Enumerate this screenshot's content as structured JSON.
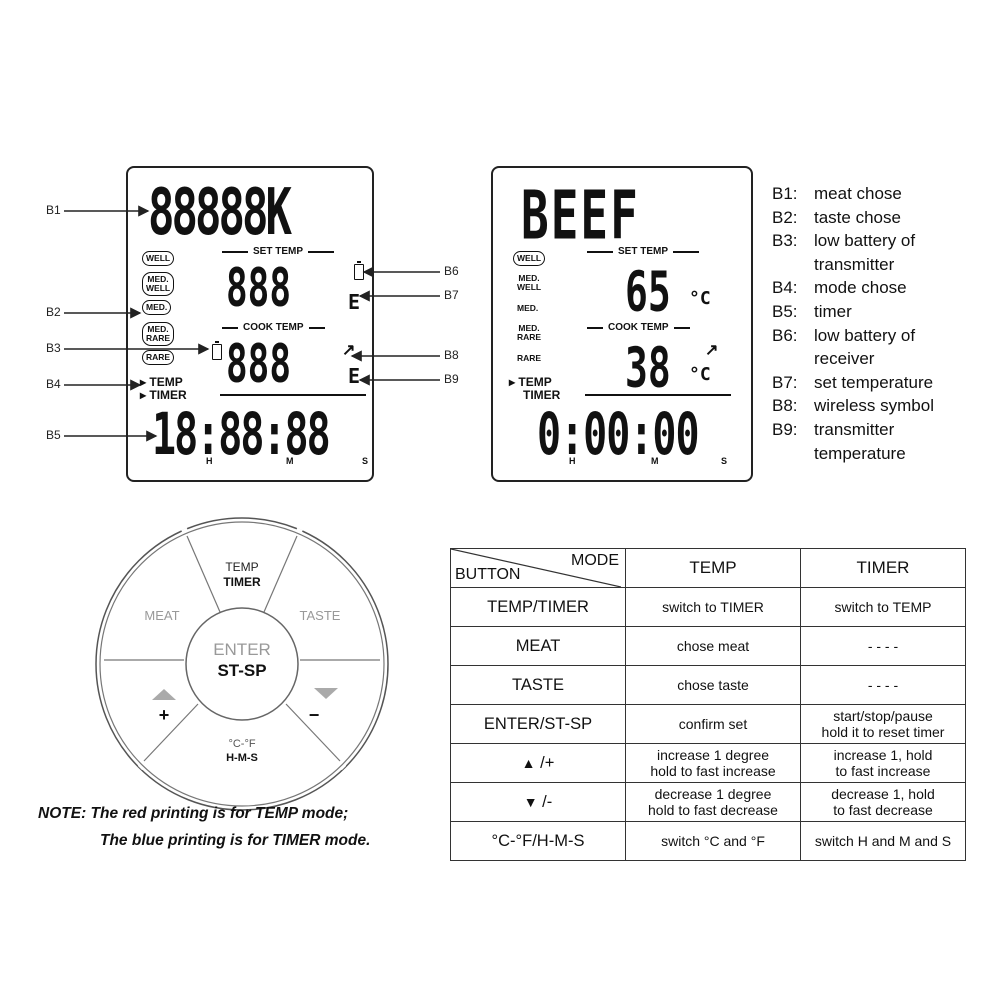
{
  "left_lcd": {
    "meat_segments": "88888K",
    "set_temp_header": "SET TEMP",
    "cook_temp_header": "COOK TEMP",
    "set_temp_digits": "888",
    "cook_temp_digits": "888",
    "unit_set": "E",
    "unit_cook": "E",
    "taste_levels": [
      "WELL",
      "MED.\nWELL",
      "MED.",
      "MED.\nRARE",
      "RARE"
    ],
    "mode_temp": "TEMP",
    "mode_timer": "TIMER",
    "timer_digits": "18:88:88",
    "timer_units": {
      "h": "H",
      "m": "M",
      "s": "S"
    }
  },
  "right_lcd": {
    "meat_segments": "BEEF",
    "set_temp_header": "SET TEMP",
    "cook_temp_header": "COOK TEMP",
    "set_temp_value": "65",
    "cook_temp_value": "38",
    "unit": "°C",
    "taste_levels": [
      "WELL",
      "MED.\nWELL",
      "MED.",
      "MED.\nRARE",
      "RARE"
    ],
    "mode_temp": "TEMP",
    "mode_timer": "TIMER",
    "timer_digits": "0:00:00",
    "timer_units": {
      "h": "H",
      "m": "M",
      "s": "S"
    }
  },
  "callouts": [
    "B1",
    "B2",
    "B3",
    "B4",
    "B5",
    "B6",
    "B7",
    "B8",
    "B9"
  ],
  "legend": [
    {
      "key": "B1:",
      "text": "meat chose"
    },
    {
      "key": "B2:",
      "text": "taste chose"
    },
    {
      "key": "B3:",
      "text": "low battery of"
    },
    {
      "key": "",
      "text": "transmitter"
    },
    {
      "key": "B4:",
      "text": "mode chose"
    },
    {
      "key": "B5:",
      "text": "timer"
    },
    {
      "key": "B6:",
      "text": "low battery of"
    },
    {
      "key": "",
      "text": "receiver"
    },
    {
      "key": "B7:",
      "text": "set temperature"
    },
    {
      "key": "B8:",
      "text": "wireless symbol"
    },
    {
      "key": "B9:",
      "text": "transmitter"
    },
    {
      "key": "",
      "text": "temperature"
    }
  ],
  "keypad": {
    "top_line1": "TEMP",
    "top_line2": "TIMER",
    "left": "MEAT",
    "right": "TASTE",
    "center_line1": "ENTER",
    "center_line2": "ST-SP",
    "bottom_line1": "°C-°F",
    "bottom_line2": "H-M-S",
    "plus": "+",
    "minus": "−",
    "colors": {
      "temp_mode": "#bbbbbb",
      "timer_mode": "#111111",
      "arrow": "#aaaaaa"
    }
  },
  "note": {
    "lead": "NOTE",
    "line1": ": The red printing is for TEMP mode;",
    "line2": "The blue printing is for TIMER mode."
  },
  "table": {
    "header": {
      "mode": "MODE",
      "button": "BUTTON",
      "temp": "TEMP",
      "timer": "TIMER"
    },
    "rows": [
      {
        "button": "TEMP/TIMER",
        "temp": "switch to TIMER",
        "timer": "switch to TEMP"
      },
      {
        "button": "MEAT",
        "temp": "chose meat",
        "timer": "- - - -"
      },
      {
        "button": "TASTE",
        "temp": "chose taste",
        "timer": "- - - -"
      },
      {
        "button": "ENTER/ST-SP",
        "temp": "confirm set",
        "timer": "start/stop/pause\nhold it to reset timer"
      },
      {
        "button": "/+",
        "temp": "increase 1 degree\nhold to fast increase",
        "timer": "increase 1, hold\nto fast increase"
      },
      {
        "button": "/-",
        "temp": "decrease 1 degree\nhold to fast decrease",
        "timer": "decrease 1, hold\nto fast decrease"
      },
      {
        "button": "°C-°F/H-M-S",
        "temp": "switch °C and °F",
        "timer": "switch H and M and S"
      }
    ]
  }
}
